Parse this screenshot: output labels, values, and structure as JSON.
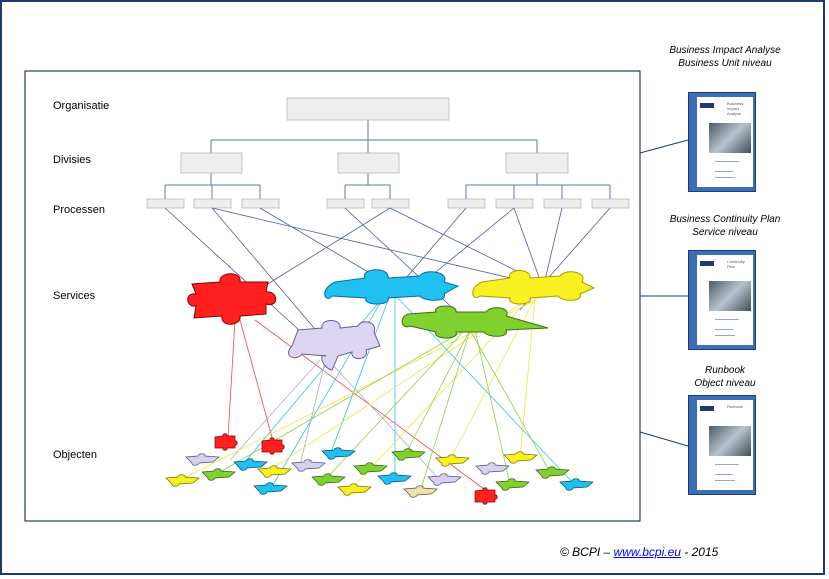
{
  "levels": {
    "organisatie": "Organisatie",
    "divisies": "Divisies",
    "processen": "Processen",
    "services": "Services",
    "objecten": "Objecten"
  },
  "documents": [
    {
      "title_line1": "Business Impact  Analyse",
      "title_line2": "Business Unit niveau",
      "cover_text": "Business Impact Analyse"
    },
    {
      "title_line1": "Business Continuity Plan",
      "title_line2": "Service niveau",
      "cover_text": "Continuity Plan"
    },
    {
      "title_line1": "Runbook",
      "title_line2": "Object niveau",
      "cover_text": "Runbook"
    }
  ],
  "footer": {
    "copyright": "© BCPI –",
    "link": "www.bcpi.eu",
    "year": "- 2015"
  },
  "colors": {
    "border": "#1f3a73",
    "red": "#ff2020",
    "cyan": "#20c0f0",
    "yellow": "#f8f020",
    "green": "#80d030",
    "lavender": "#d8d0f0",
    "box": "#eeeeee"
  }
}
